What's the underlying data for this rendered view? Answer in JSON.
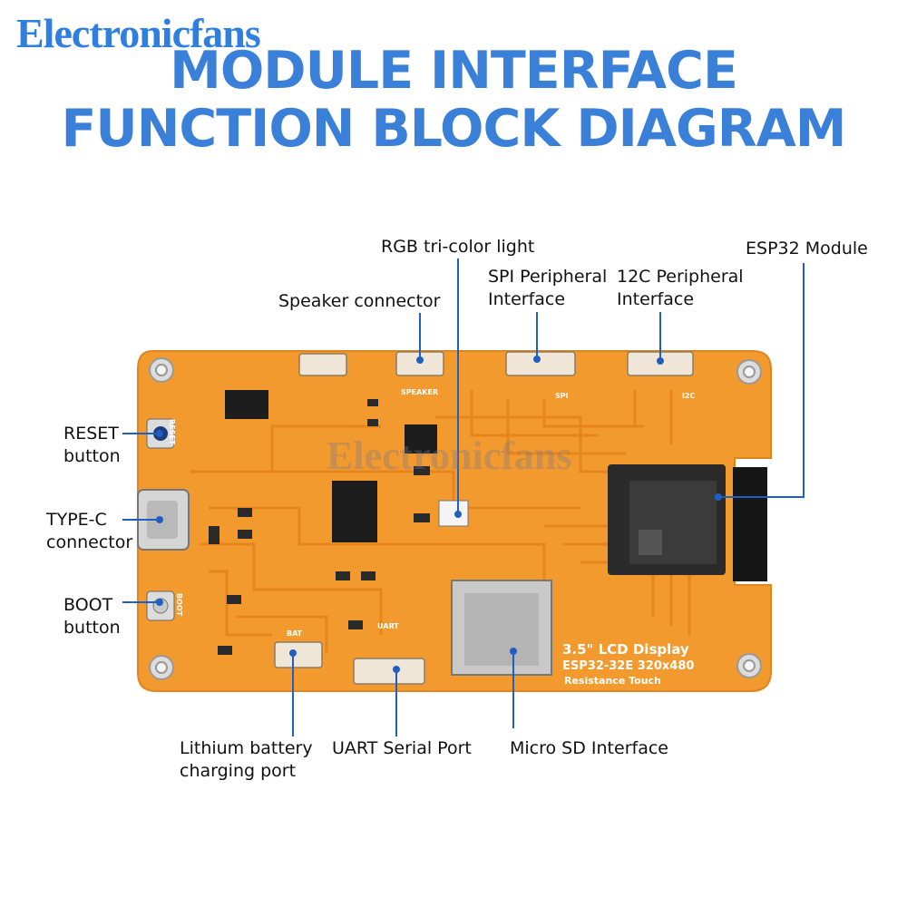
{
  "brand": "Electronicfans",
  "title_line1": "MODULE INTERFACE",
  "title_line2": "FUNCTION BLOCK DIAGRAM",
  "labels": {
    "rgb": "RGB tri-color light",
    "esp32": "ESP32  Module",
    "spi_1": "SPI Peripheral",
    "spi_2": "Interface",
    "i2c_1": "12C Peripheral",
    "i2c_2": "Interface",
    "speaker": "Speaker connector",
    "reset_1": "RESET",
    "reset_2": "button",
    "typec_1": "TYPE-C",
    "typec_2": "connector",
    "boot_1": "BOOT",
    "boot_2": "button",
    "battery_1": "Lithium battery",
    "battery_2": "charging port",
    "uart": "UART Serial Port",
    "microsd": "Micro SD Interface"
  },
  "silkscreen": {
    "lcd_title": "3.5\" LCD Display",
    "lcd_model": "ESP32-32E  320x480",
    "lcd_touch": "Resistance Touch",
    "reset": "RESET",
    "boot": "BOOT",
    "speaker": "SPEAKER",
    "spi": "SPI",
    "i2c": "I2C",
    "bat": "BAT",
    "uart": "UART",
    "watermark": "Electronicfans"
  },
  "colors": {
    "board": "#f29a2e",
    "trace": "#e58a1f",
    "accent_blue": "#3a80d8",
    "leader": "#1f5fc4"
  }
}
